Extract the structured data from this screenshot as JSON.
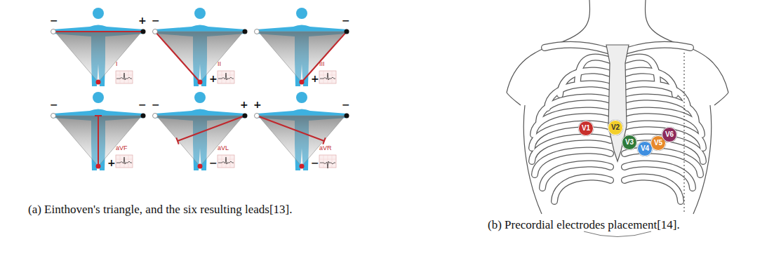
{
  "diagram": {
    "nodes": [
      {
        "text": [
          "V1"
        ]
      },
      {
        "text": [
          "V2"
        ]
      },
      {
        "text": [
          "V3"
        ]
      },
      {
        "text": [
          "V4"
        ]
      },
      {
        "text": [
          "V5"
        ]
      },
      {
        "text": [
          "V6"
        ]
      }
    ],
    "labels": [
      "−",
      "+",
      "I",
      "−",
      "+",
      "II",
      "−",
      "+",
      "III",
      "−",
      "−",
      "+",
      "aVF",
      "−",
      "+",
      "−",
      "aVL",
      "+",
      "−",
      "−",
      "aVR",
      "(a) Einthoven's triangle, and the six resulting leads[13].",
      "(b) Precordial electrodes placement[14]."
    ]
  }
}
